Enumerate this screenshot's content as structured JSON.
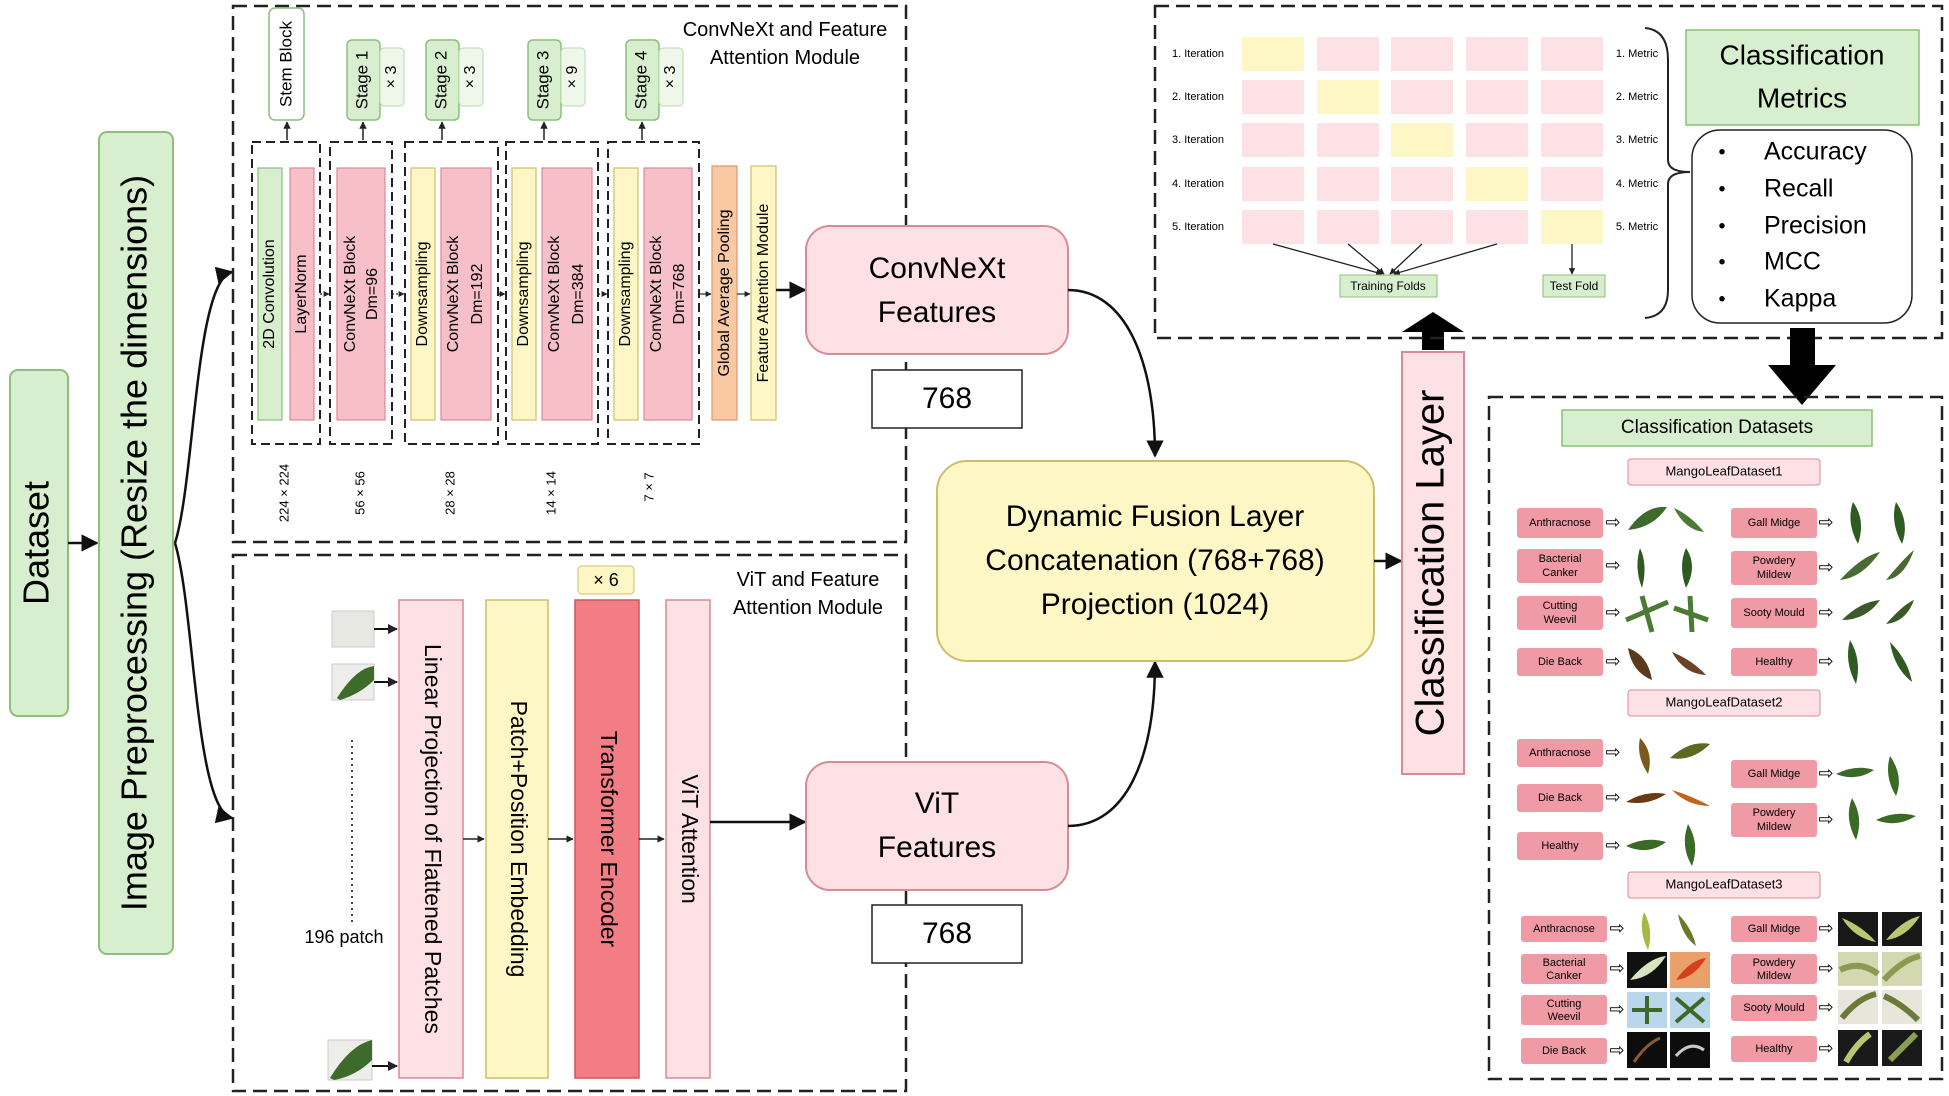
{
  "colors": {
    "green_fill": "#d8efcf",
    "green_stroke": "#8bbf7a",
    "pink_fill": "#f7bfc8",
    "pink_stroke": "#d98a96",
    "pink_light": "#fde1e5",
    "yellow_fill": "#fdf7c6",
    "yellow_stroke": "#cdbf6a",
    "orange_fill": "#f9c9a4",
    "red_fill": "#f37d85",
    "label_red": "#ef9aa5",
    "leaf_green": "#3d6b2b"
  },
  "dataset": {
    "label": "Dataset"
  },
  "preprocessing": {
    "label": "Image Preprocessing (Resize the dimensions)"
  },
  "convnext_module": {
    "title_line1": "ConvNeXt and Feature",
    "title_line2": "Attention Module",
    "stem_block": "Stem Block",
    "stages": [
      {
        "label": "Stage 1",
        "mult": "× 3"
      },
      {
        "label": "Stage 2",
        "mult": "× 3"
      },
      {
        "label": "Stage 3",
        "mult": "× 9"
      },
      {
        "label": "Stage 4",
        "mult": "× 3"
      }
    ],
    "layers": {
      "conv2d": "2D Convolution",
      "layernorm": "LayerNorm",
      "block1": "ConvNeXt Block",
      "block1_dm": "Dm=96",
      "downsampling": "Downsampling",
      "block2": "ConvNeXt Block",
      "block2_dm": "Dm=192",
      "block3": "ConvNeXt Block",
      "block3_dm": "Dm=384",
      "block4": "ConvNeXt Block",
      "block4_dm": "Dm=768",
      "gap": "Global Average Pooling",
      "fam": "Feature Attention Module"
    },
    "resolutions": [
      "224 × 224",
      "56 × 56",
      "28 × 28",
      "14 × 14",
      "7 × 7"
    ]
  },
  "vit_module": {
    "title_line1": "ViT and Feature",
    "title_line2": "Attention Module",
    "patch_count": "196 patch",
    "linear_projection": "Linear Projection of Flattened Patches",
    "embedding": "Patch+Position Embedding",
    "transformer": "Transformer Encoder",
    "transformer_mult": "× 6",
    "vit_attention": "ViT Attention"
  },
  "convnext_features": {
    "line1": "ConvNeXt",
    "line2": "Features",
    "dim": "768"
  },
  "vit_features": {
    "line1": "ViT",
    "line2": "Features",
    "dim": "768"
  },
  "fusion": {
    "line1": "Dynamic Fusion Layer",
    "line2": "Concatenation (768+768)",
    "line3": "Projection (1024)"
  },
  "classification_layer": {
    "label": "Classification Layer"
  },
  "cv_grid": {
    "iterations": [
      "1. Iteration",
      "2. Iteration",
      "3. Iteration",
      "4. Iteration",
      "5. Iteration"
    ],
    "metrics": [
      "1. Metric",
      "2. Metric",
      "3. Metric",
      "4. Metric",
      "5. Metric"
    ],
    "training_folds": "Training Folds",
    "test_fold": "Test Fold"
  },
  "metrics_panel": {
    "title_line1": "Classification",
    "title_line2": "Metrics",
    "items": [
      "Accuracy",
      "Recall",
      "Precision",
      "MCC",
      "Kappa"
    ]
  },
  "datasets_panel": {
    "title": "Classification Datasets",
    "dataset1": {
      "name": "MangoLeafDataset1",
      "left": [
        {
          "line1": "Anthracnose",
          "line2": ""
        },
        {
          "line1": "Bacterial",
          "line2": "Canker"
        },
        {
          "line1": "Cutting",
          "line2": "Weevil"
        },
        {
          "line1": "Die Back",
          "line2": ""
        }
      ],
      "right": [
        {
          "line1": "Gall Midge",
          "line2": ""
        },
        {
          "line1": "Powdery",
          "line2": "Mildew"
        },
        {
          "line1": "Sooty Mould",
          "line2": ""
        },
        {
          "line1": "Healthy",
          "line2": ""
        }
      ]
    },
    "dataset2": {
      "name": "MangoLeafDataset2",
      "left": [
        {
          "line1": "Anthracnose",
          "line2": ""
        },
        {
          "line1": "Die Back",
          "line2": ""
        },
        {
          "line1": "Healthy",
          "line2": ""
        }
      ],
      "right": [
        {
          "line1": "Gall Midge",
          "line2": ""
        },
        {
          "line1": "Powdery",
          "line2": "Mildew"
        }
      ]
    },
    "dataset3": {
      "name": "MangoLeafDataset3",
      "left": [
        {
          "line1": "Anthracnose",
          "line2": ""
        },
        {
          "line1": "Bacterial",
          "line2": "Canker"
        },
        {
          "line1": "Cutting",
          "line2": "Weevil"
        },
        {
          "line1": "Die Back",
          "line2": ""
        }
      ],
      "right": [
        {
          "line1": "Gall Midge",
          "line2": ""
        },
        {
          "line1": "Powdery",
          "line2": "Mildew"
        },
        {
          "line1": "Sooty Mould",
          "line2": ""
        },
        {
          "line1": "Healthy",
          "line2": ""
        }
      ]
    }
  }
}
